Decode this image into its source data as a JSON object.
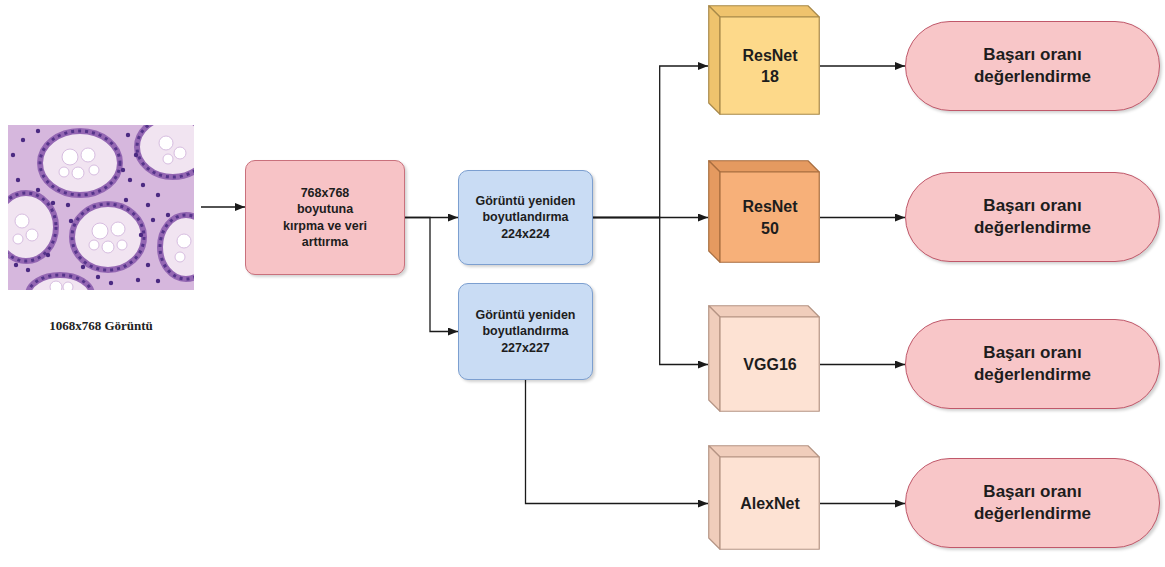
{
  "diagram": {
    "nodes": [
      {
        "text": [
          "1068x768 Görüntü"
        ]
      },
      {
        "text": [
          "768x768 boyutuna kırpma ve veri arttırma"
        ]
      },
      {
        "text": [
          "Görüntü yeniden boyutlandırma 224x224"
        ]
      },
      {
        "text": [
          "Görüntü yeniden boyutlandırma 227x227"
        ]
      },
      {
        "text": [
          "ResNet 18"
        ]
      },
      {
        "text": [
          "Başarı oranı değerlendirme"
        ]
      },
      {
        "text": [
          "ResNet 50"
        ]
      },
      {
        "text": [
          "Başarı oranı değerlendirme"
        ]
      },
      {
        "text": [
          "VGG16"
        ]
      },
      {
        "text": [
          "Başarı oranı değerlendirme"
        ]
      },
      {
        "text": [
          "AlexNet"
        ]
      },
      {
        "text": [
          "Başarı oranı değerlendirme"
        ]
      }
    ],
    "edges": [
      {
        "from": 0,
        "to": 1,
        "arrow": "to"
      },
      {
        "from": 1,
        "to": 2,
        "arrow": "to"
      },
      {
        "from": 1,
        "to": 3,
        "arrow": "to"
      },
      {
        "from": 2,
        "to": 4,
        "arrow": "to"
      },
      {
        "from": 2,
        "to": 6,
        "arrow": "to"
      },
      {
        "from": 2,
        "to": 8,
        "arrow": "to"
      },
      {
        "from": 3,
        "to": 10,
        "arrow": "to"
      },
      {
        "from": 4,
        "to": 5,
        "arrow": "to"
      },
      {
        "from": 6,
        "to": 7,
        "arrow": "to"
      },
      {
        "from": 8,
        "to": 9,
        "arrow": "to"
      },
      {
        "from": 10,
        "to": 11,
        "arrow": "to"
      }
    ]
  }
}
